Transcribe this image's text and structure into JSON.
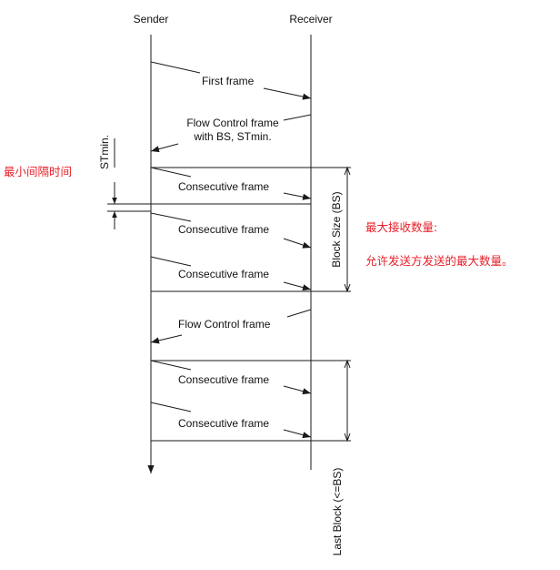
{
  "participants": {
    "sender": "Sender",
    "receiver": "Receiver"
  },
  "messages": [
    {
      "label": "First frame",
      "direction": "sender-to-receiver"
    },
    {
      "label_line1": "Flow Control frame",
      "label_line2": "with BS, STmin.",
      "direction": "receiver-to-sender"
    },
    {
      "label": "Consecutive frame",
      "direction": "sender-to-receiver"
    },
    {
      "label": "Consecutive frame",
      "direction": "sender-to-receiver"
    },
    {
      "label": "Consecutive frame",
      "direction": "sender-to-receiver"
    },
    {
      "label": "Flow Control frame",
      "direction": "receiver-to-sender"
    },
    {
      "label": "Consecutive frame",
      "direction": "sender-to-receiver"
    },
    {
      "label": "Consecutive frame",
      "direction": "sender-to-receiver"
    }
  ],
  "annotations": {
    "stmin_label": "STmin.",
    "block_size_label": "Block Size (BS)",
    "last_block_label": "Last Block (<=BS)",
    "stmin_note_cn": "最小间隔时间",
    "max_receive_title_cn": "最大接收数量:",
    "max_receive_desc_cn": "允许发送方发送的最大数量。"
  },
  "colors": {
    "line": "#1a1a1a",
    "annotation_red": "#e8202a"
  }
}
